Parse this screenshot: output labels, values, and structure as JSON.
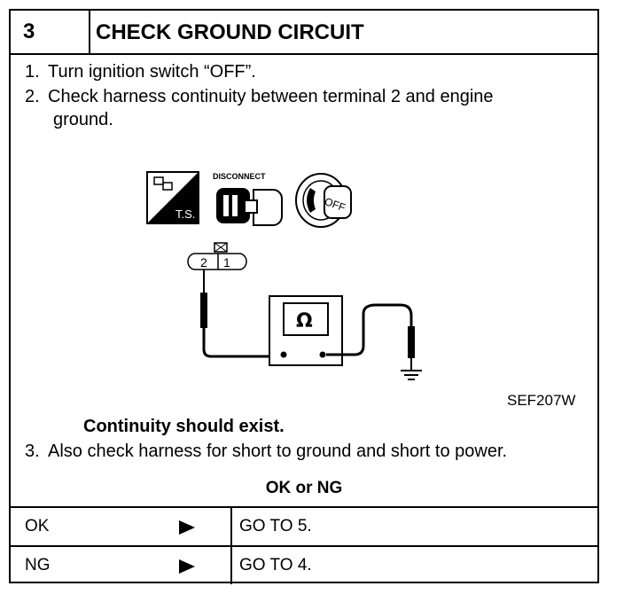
{
  "step": {
    "number": "3",
    "title": "CHECK GROUND CIRCUIT"
  },
  "instructions": [
    {
      "num": "1.",
      "text": "Turn ignition switch “OFF”."
    },
    {
      "num": "2.",
      "line1": "Check harness continuity between terminal 2 and engine",
      "line2": "ground."
    },
    {
      "num": "3.",
      "text": "Also check harness for short to ground and short to power."
    }
  ],
  "figure": {
    "icons": {
      "ts_label": "T.S.",
      "disconnect_label": "DISCONNECT",
      "key_label": "OFF"
    },
    "connector_terminals": [
      "2",
      "1"
    ],
    "meter_symbol": "Ω",
    "code": "SEF207W"
  },
  "result_text": "Continuity should exist.",
  "decision": {
    "label": "OK or NG",
    "rows": [
      {
        "result": "OK",
        "action": "GO TO 5."
      },
      {
        "result": "NG",
        "action": "GO TO 4."
      }
    ]
  }
}
